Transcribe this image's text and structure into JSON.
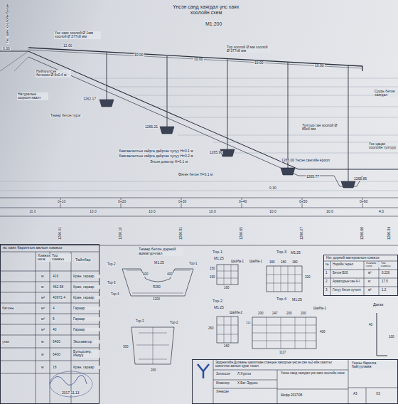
{
  "diagram": {
    "title": "Үнсэн санд хаягдал үнс хаях хоолойн схем",
    "nodes": [
      {
        "text": [
          "нс хаях барилгын ажлын хэмжээ"
        ]
      },
      {
        "text": [
          "Нэг дэрний материалын хэмжээ"
        ]
      },
      {
        "text": [
          "Эрдэнэтийн Дулааны цахилгаан станцын хаягдлын үнсэн сан №2-ийн хаалтыг шинэчлэх ажлын зураг төсөл"
        ]
      }
    ],
    "labels": [
      "М1:200",
      "Үнс хаях хоолой Ø 1мм хоолой Ø 377х8 мм",
      "12.00",
      "10.00",
      "10.00",
      "10.00",
      "10.00",
      "Тор хоолой Ø мм хоолой Ø 377х8 мм",
      "Нийлүүлсэн бетонон Ø 6х0.4 м",
      "Натуралын шороон хаалт",
      "Төмөр бетон түрэг",
      "1262.17",
      "1265.21",
      "1265.90",
      "1265.77",
      "1265.85",
      "Хамгаалалтын хайрга дайрган чулуу Н=0.1 м",
      "Хамгаалалтын хайрга дайрган чулуу Н=0.2 м",
      "Элсэн дэвсгэр Н=0.1 м",
      "Өнгөн бетон Н=0.1 м",
      "Тулгуур ган хоолой Ø 89х4 мм",
      "Суурь бетон хаягдал",
      "Үнс цацах хоолойн тулгуур",
      "1265.00 Үнсэн сангийн ёроол",
      "0.30",
      "Үнс хаях хоолойн булан",
      "0.00",
      "0+10",
      "0+20",
      "0+30",
      "0+40",
      "0+50",
      "0+60",
      "10.0",
      "10.0",
      "10.0",
      "10.0",
      "10.0",
      "10.0",
      "4.0",
      "1266.51",
      "1266.10",
      "1266.81",
      "1266.65",
      "1266.07",
      "1266.66",
      "1266.34",
      "Хэмжих нэгж",
      "Тоо хэмжээ",
      "Тайлбар",
      "м",
      "м",
      "м²",
      "м³",
      "м³",
      "м³",
      "м",
      "м",
      "м",
      "416",
      "462.58",
      "40972.4",
      "4",
      "5",
      "40",
      "6400",
      "6400",
      "18",
      "Кран, гараар",
      "Кран, гараар",
      "Кран, гараар",
      "Гараар",
      "Гараар",
      "Гараар",
      "Экскаватор",
      "Бульдозер, Индүү",
      "Кран, гараар",
      "батоны",
      "ухах",
      "Төмөр бетон дэрний арматурчлал",
      "М1:25",
      "Тор-2",
      "Тор-1",
      "Тор-3",
      "Тор-4",
      "400",
      "400",
      "R250",
      "1200",
      "Тор-3",
      "Тор-2",
      "300",
      "200",
      "Тор-1",
      "М1:25",
      "Шайба-1",
      "150",
      "150",
      "160",
      "Тор-2",
      "М1:25",
      "Шайба-2",
      "160",
      "260",
      "Тор-3",
      "М1:25",
      "Шайба-1",
      "180",
      "180",
      "180",
      "320",
      "Тор-4",
      "М1:25",
      "Шайба-1",
      "200",
      "247",
      "200",
      "200",
      "1117",
      "400",
      "115",
      "№",
      "Нэрийн төрөл",
      "Хэмжих нэгж",
      "Тоо хэмжээ",
      "1",
      "Бетон В20",
      "м³",
      "0.226",
      "2",
      "Арматурын ган А-I",
      "кг",
      "17.5",
      "3",
      "Гялуу бетон хучилт",
      "м²",
      "1.2",
      "Дагаз",
      "40",
      "100",
      "2017.11.13",
      "Зохиосон",
      "Л.Хүрлээ",
      "Инженер",
      "Х.Бат-Эрдэнэ",
      "Хянасан",
      "Үнсэн санд хаягдал үнс хаях хоолойн схем",
      "Шифр 2017/08",
      "Үнсны барилга байгууламж",
      "А3",
      "ХЗ"
    ]
  }
}
